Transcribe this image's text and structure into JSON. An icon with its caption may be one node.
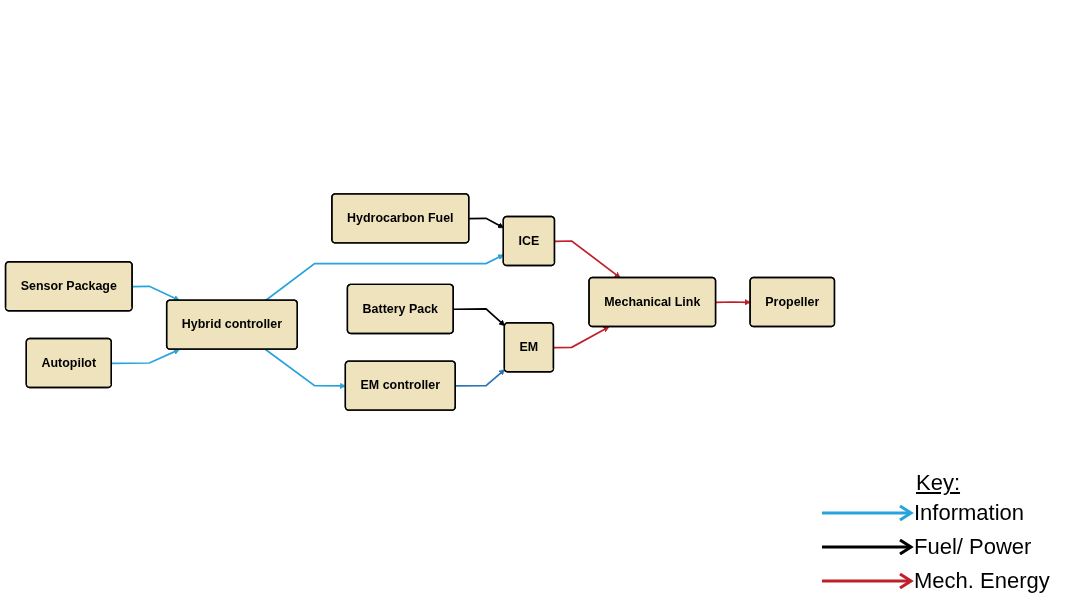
{
  "diagram": {
    "nodes": [
      {
        "text": [
          "Hydrocarbon Fuel"
        ]
      },
      {
        "text": [
          "ICE"
        ]
      },
      {
        "text": [
          "Mechanical Link"
        ]
      },
      {
        "text": [
          "Propeller"
        ]
      },
      {
        "text": [
          "Battery Pack"
        ]
      },
      {
        "text": [
          "EM"
        ]
      },
      {
        "text": [
          "Sensor Package"
        ]
      },
      {
        "text": [
          "Hybrid controller"
        ]
      },
      {
        "text": [
          "EM controller"
        ]
      },
      {
        "text": [
          "Autopilot"
        ]
      }
    ],
    "edges": [
      {
        "from": 0,
        "to": 1,
        "arrow": "to",
        "color": "#000000"
      },
      {
        "from": 1,
        "to": 2,
        "arrow": "to",
        "color": "#c0202a"
      },
      {
        "from": 2,
        "to": 3,
        "arrow": "to",
        "color": "#c0202a"
      },
      {
        "from": 4,
        "to": 5,
        "arrow": "to",
        "color": "#000000"
      },
      {
        "from": 5,
        "to": 2,
        "arrow": "to",
        "color": "#c0202a"
      },
      {
        "from": 8,
        "to": 5,
        "arrow": "to",
        "color": "#2e75b6"
      },
      {
        "from": 6,
        "to": 7,
        "arrow": "to"
      },
      {
        "from": 7,
        "to": 8,
        "arrow": "to"
      },
      {
        "from": 7,
        "to": 1,
        "arrow": "to"
      },
      {
        "from": 9,
        "to": 7,
        "arrow": "to"
      }
    ],
    "labels": [
      "Key:"
    ],
    "legend": [
      {
        "text": "Information"
      },
      {
        "text": "Fuel/ Power"
      },
      {
        "text": "Mech. Energy"
      }
    ]
  }
}
